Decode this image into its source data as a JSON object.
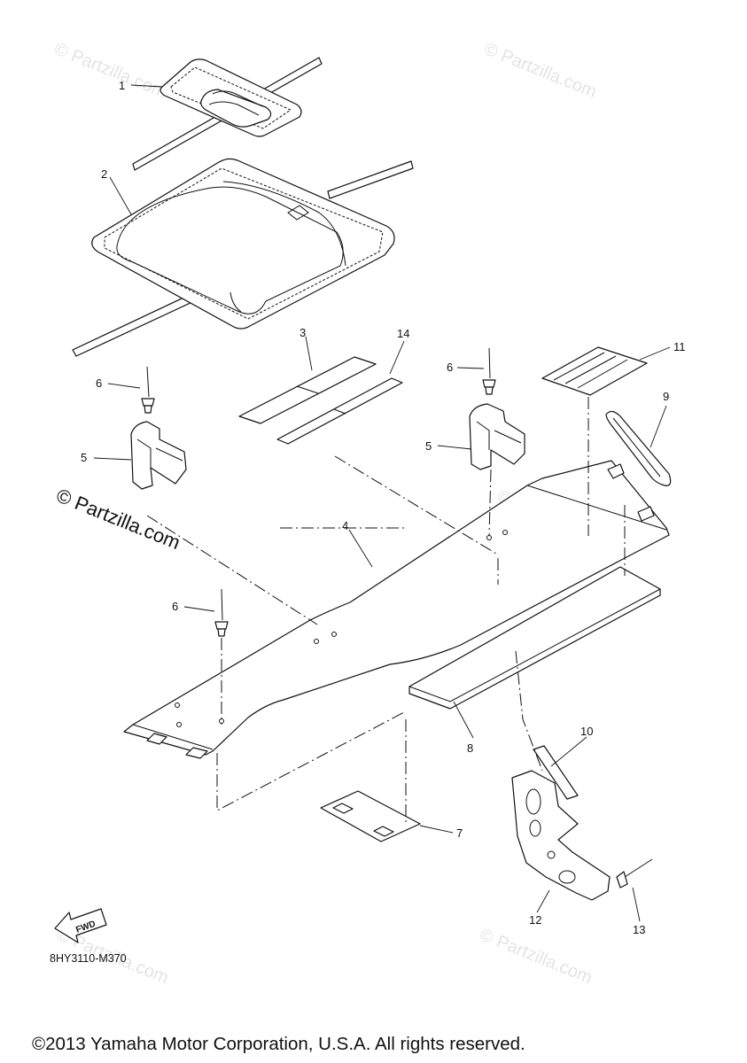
{
  "diagram": {
    "callouts": [
      "1",
      "2",
      "3",
      "4",
      "5",
      "5",
      "6",
      "6",
      "6",
      "7",
      "8",
      "9",
      "10",
      "11",
      "12",
      "13",
      "14"
    ],
    "callout_labels": {
      "c1": "1",
      "c2": "2",
      "c3": "3",
      "c4": "4",
      "c5a": "5",
      "c5b": "5",
      "c6a": "6",
      "c6b": "6",
      "c6c": "6",
      "c7": "7",
      "c8": "8",
      "c9": "9",
      "c10": "10",
      "c11": "11",
      "c12": "12",
      "c13": "13",
      "c14": "14"
    },
    "diagram_code": "8HY3110-M370",
    "fwd_label": "FWD",
    "watermark_main": "© Partzilla.com",
    "watermark_faint": "© Partzilla.com",
    "copyright": "©2013 Yamaha Motor Corporation, U.S.A. All rights reserved."
  }
}
